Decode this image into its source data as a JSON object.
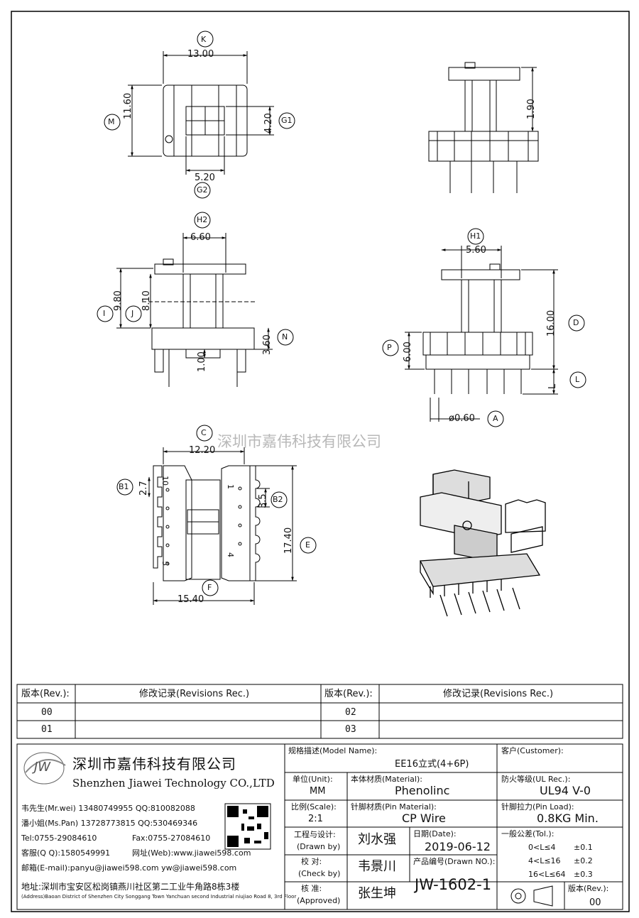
{
  "dimensions": {
    "top_view": {
      "width": "13.00",
      "height": "11.60",
      "window": "4.20",
      "center": "5.20",
      "label_width": "K",
      "label_height": "M",
      "label_window": "G1",
      "label_center": "G2"
    },
    "side_view_upper": {
      "height": "1.90"
    },
    "front_view": {
      "width": "6.60",
      "total": "9.80",
      "upper": "8.10",
      "base": "3.60",
      "gap": "1.00",
      "label_width": "H2",
      "label_total": "I",
      "label_upper": "J",
      "label_base": "N"
    },
    "side_view": {
      "width": "5.60",
      "height": "16.00",
      "base": "6.00",
      "pin_l": "L",
      "pin_dia": "ø0.60",
      "label_width": "H1",
      "label_height": "D",
      "label_base": "P",
      "label_pin": "L",
      "label_dia": "A"
    },
    "bottom_view": {
      "inner": "12.20",
      "pitch": "2.7",
      "pitch2": "3.5",
      "length": "17.40",
      "width": "15.40",
      "label_inner": "C",
      "label_pitch": "B1",
      "label_pitch2": "B2",
      "label_length": "E",
      "label_width": "F",
      "pin_10": "10",
      "pin_1": "1",
      "pin_5": "5",
      "pin_4": "4"
    }
  },
  "watermark": "深圳市嘉伟科技有限公司",
  "revision_table": {
    "h_rev": "版本(Rev.):",
    "h_rec": "修改记录(Revisions Rec.)",
    "rows": [
      "00",
      "01",
      "02",
      "03"
    ]
  },
  "company": {
    "logo_text": "JW",
    "name_cn": "深圳市嘉伟科技有限公司",
    "name_en": "Shenzhen Jiawei Technology CO.,LTD",
    "contact1": "韦先生(Mr.wei) 13480749955 QQ:810082088",
    "contact2": "潘小姐(Ms.Pan) 13728773815 QQ:530469346",
    "tel": "Tel:0755-29084610",
    "fax": "Fax:0755-27084610",
    "qq": "客服(Q Q):1580549991",
    "web": "网址(Web):www.jiawei598.com",
    "email": "邮箱(E-mail):panyu@jiawei598.com  yw@jiawei598.com",
    "address_cn": "地址:深圳市宝安区松岗镇燕川社区第二工业牛角路8栋3楼",
    "address_en": "(Address)Baoan District of Shenzhen City Songgang Town Yanchuan  second Industrial niujiao Road 8, 3rd Floor"
  },
  "title_block": {
    "model_label": "规格描述(Model Name):",
    "model_value": "EE16立式(4+6P)",
    "customer_label": "客户(Customer):",
    "unit_label": "单位(Unit):",
    "unit_value": "MM",
    "material_label": "本体材质(Material):",
    "material_value": "Phenolinc",
    "ul_label": "防火等级(UL Rec.):",
    "ul_value": "UL94 V-0",
    "scale_label": "比例(Scale):",
    "scale_value": "2:1",
    "pin_material_label": "针脚材质(Pin Material):",
    "pin_material_value": "CP Wire",
    "pin_load_label": "针脚拉力(Pin Load):",
    "pin_load_value": "0.8KG Min.",
    "drawn_label": "工程与设计:",
    "drawn_label_en": "(Drawn by)",
    "drawn_value": "刘水强",
    "date_label": "日期(Date):",
    "date_value": "2019-06-12",
    "tol_label": "一般公差(Tol.):",
    "tol1": "0<L≤4",
    "tol1v": "±0.1",
    "tol2": "4<L≤16",
    "tol2v": "±0.2",
    "tol3": "16<L≤64",
    "tol3v": "±0.3",
    "check_label": "校  对:",
    "check_label_en": "(Check by)",
    "check_value": "韦景川",
    "drawn_no_label": "产品编号(Drawn NO.):",
    "drawn_no_value": "JW-1602-1",
    "approve_label": "核  准:",
    "approve_label_en": "(Approved)",
    "approve_value": "张生坤",
    "rev_label": "版本(Rev.):",
    "rev_value": "00"
  }
}
